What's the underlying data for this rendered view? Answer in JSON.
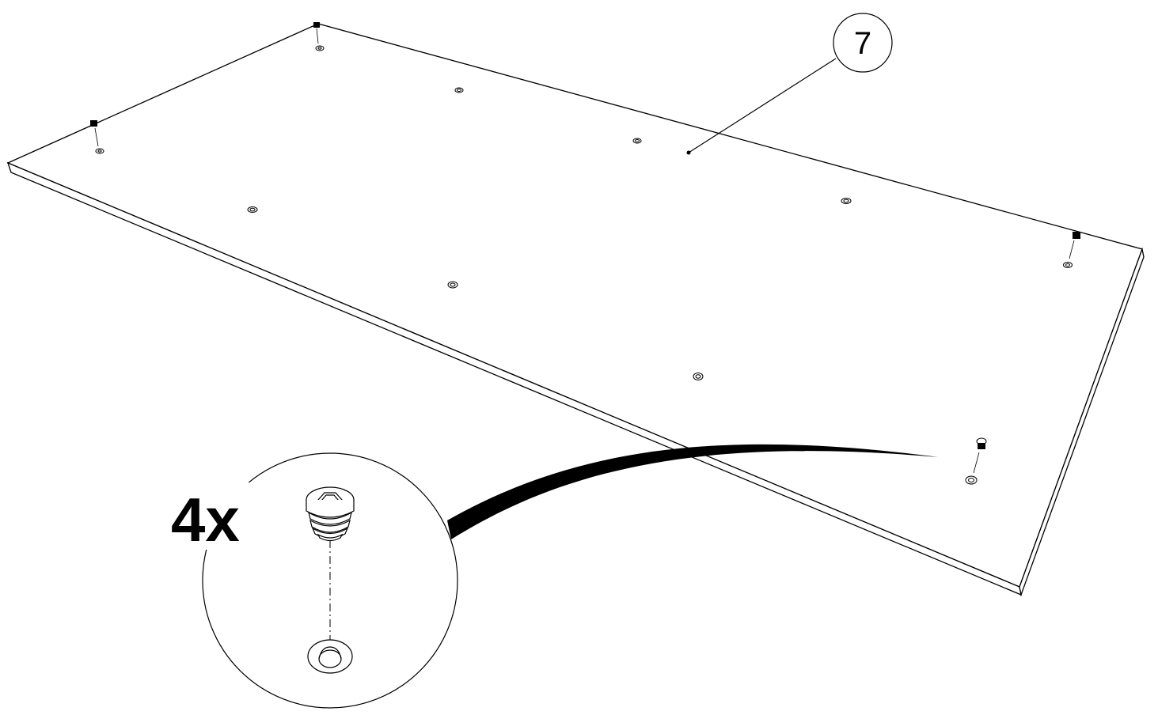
{
  "part_callout": {
    "number": "7"
  },
  "detail": {
    "quantity": "4x",
    "item": "threaded insert"
  },
  "colors": {
    "line": "#000000",
    "fill": "#ffffff"
  }
}
